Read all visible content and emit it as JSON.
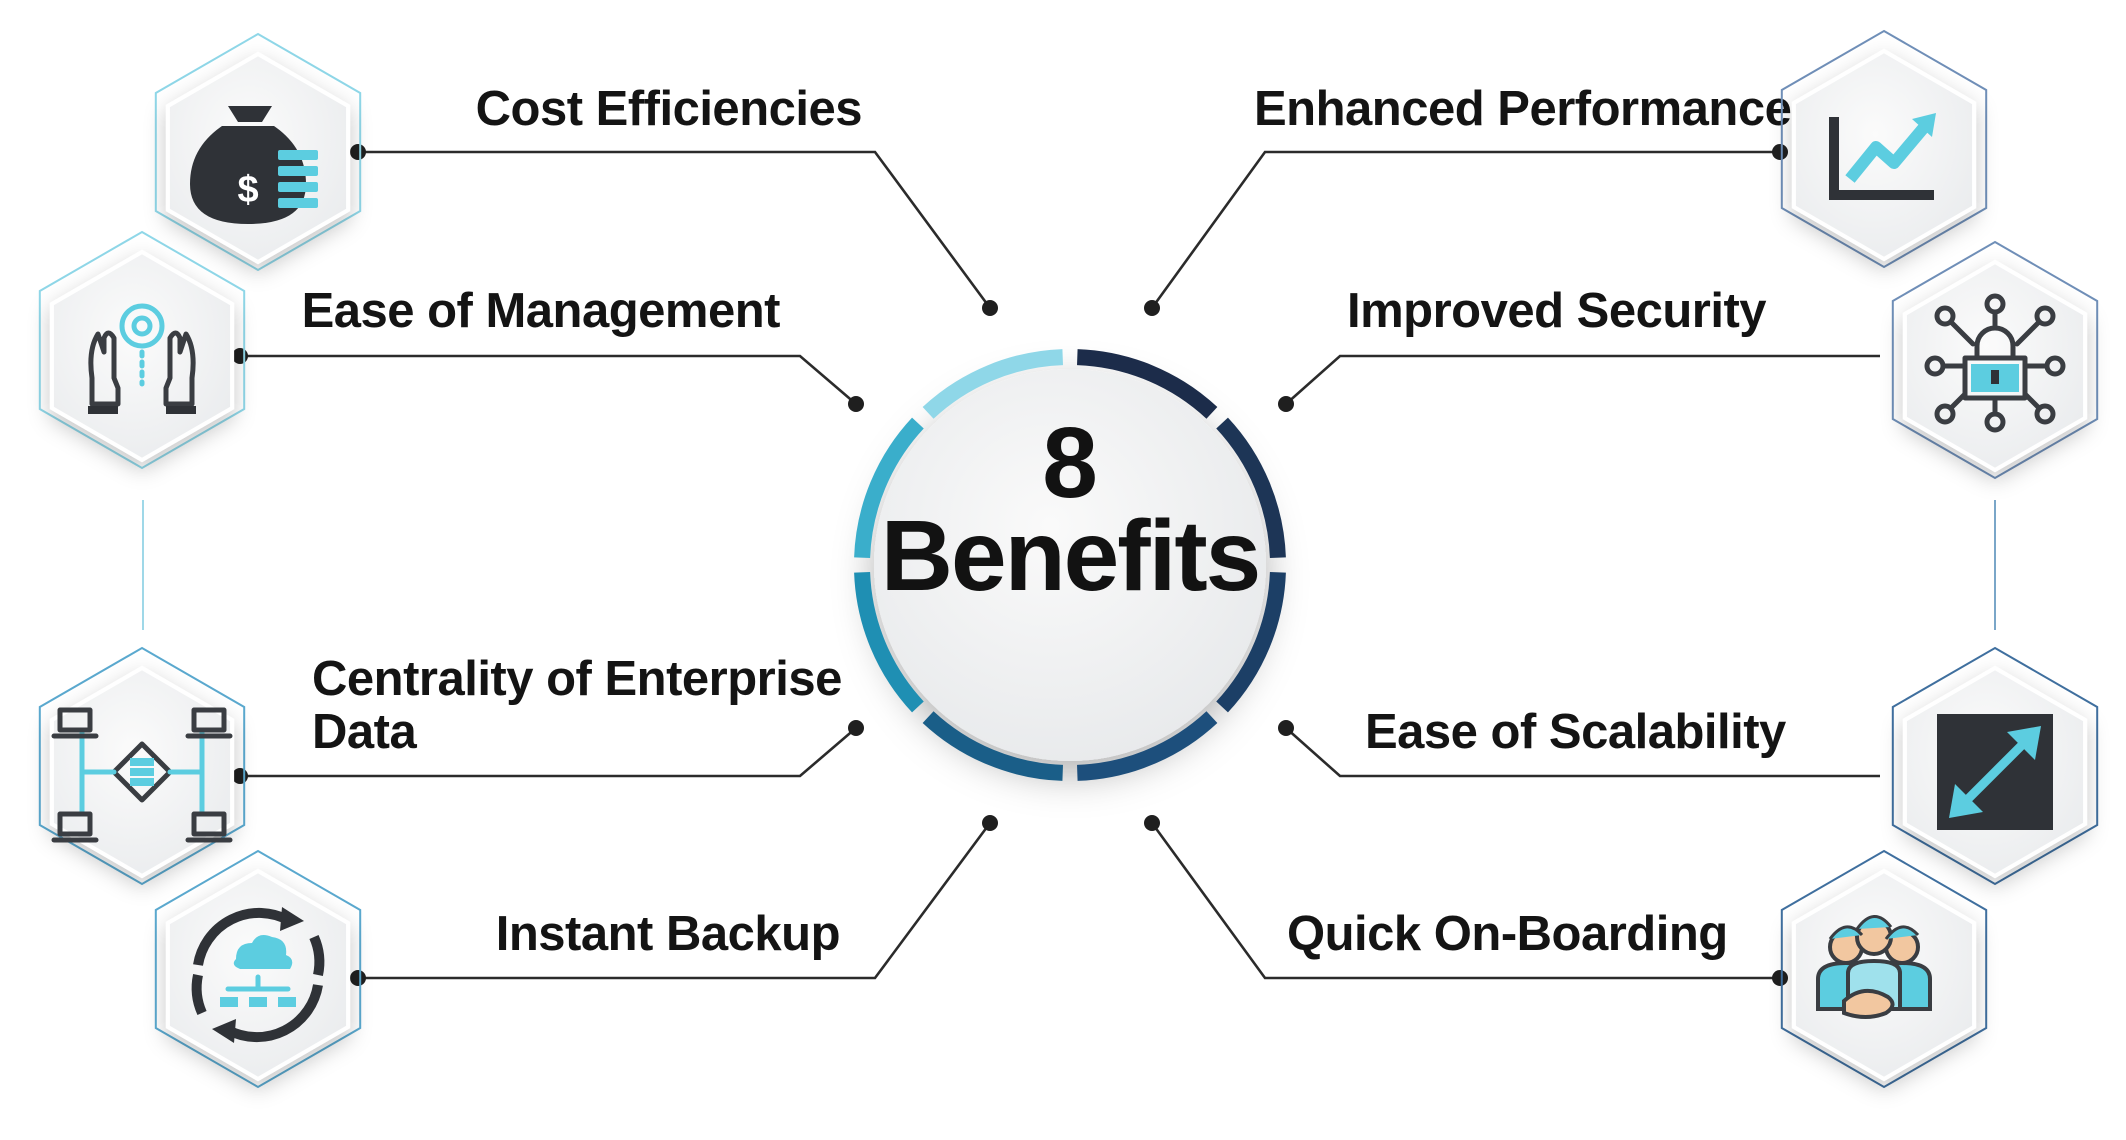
{
  "center": {
    "number": "8",
    "word": "Benefits"
  },
  "benefits": [
    {
      "label": "Cost Efficiencies",
      "icon": "money-bag-icon"
    },
    {
      "label": "Ease of Management",
      "icon": "idea-hands-icon"
    },
    {
      "label_line1": "Centrality of Enterprise",
      "label_line2": "Data",
      "icon": "central-database-network-icon"
    },
    {
      "label": "Instant Backup",
      "icon": "cloud-backup-cycle-icon"
    },
    {
      "label": "Enhanced Performance",
      "icon": "growth-chart-icon"
    },
    {
      "label": "Improved Security",
      "icon": "network-lock-icon"
    },
    {
      "label": "Ease of Scalability",
      "icon": "expand-arrows-icon"
    },
    {
      "label": "Quick On-Boarding",
      "icon": "team-handshake-icon"
    }
  ],
  "colors": {
    "accent_light": "#5ccde0",
    "accent_mid": "#1f8fb3",
    "accent_dark": "#1c2c4a",
    "hex_outline": "#a9dfec",
    "hex_fill": "#f4f5f6",
    "text": "#141414"
  }
}
